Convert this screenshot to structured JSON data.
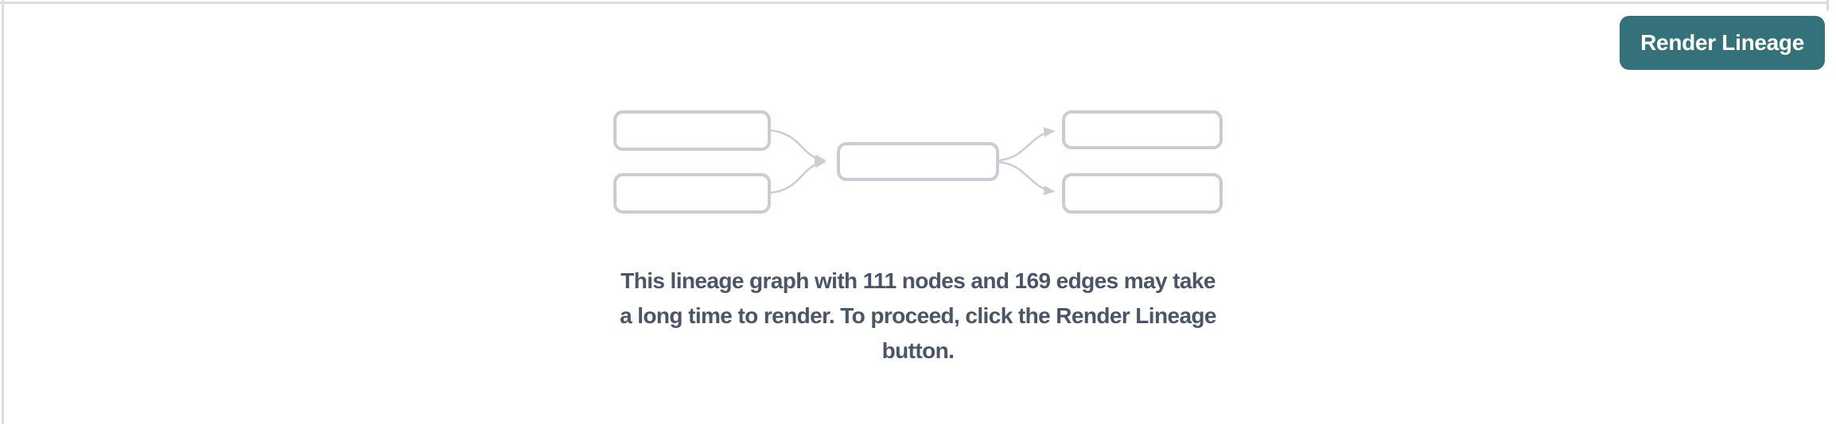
{
  "panel": {
    "background": "#ffffff",
    "border_color": "#dcdde1"
  },
  "button": {
    "label": "Render Lineage",
    "background": "#35717a",
    "text_color": "#ffffff"
  },
  "message": {
    "text": "This lineage graph with 111 nodes and 169 edges may take a long time to render. To proceed, click the Render Lineage button.",
    "lines": [
      "This lineage graph with 111 nodes and 169 edges may take",
      "a long time to render. To proceed, click the Render Lineage",
      "button."
    ],
    "node_count": "111",
    "edge_count": "169",
    "text_color": "#4a5568"
  },
  "illustration": {
    "name": "lineage-graph-placeholder",
    "node_count_shown": "5",
    "edge_count_shown": "4",
    "box_stroke": "#c8ccd4",
    "arrow_stroke": "#c9cdd6"
  }
}
